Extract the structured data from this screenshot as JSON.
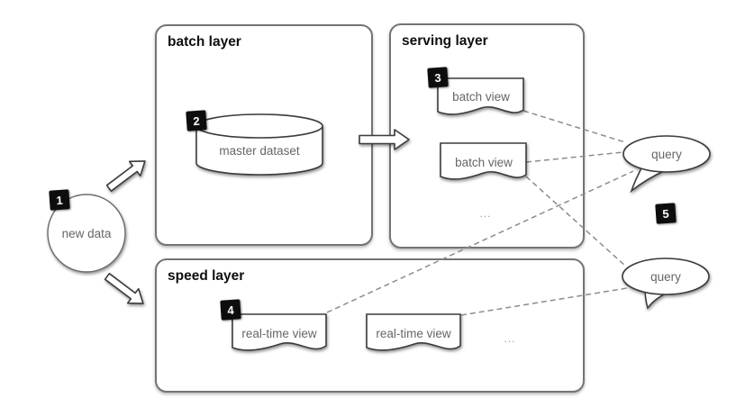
{
  "colors": {
    "background": "#ffffff",
    "layer_border": "#747474",
    "shape_border": "#3c3c3c",
    "label_text": "#666666",
    "title_text": "#0f0f0f",
    "dashed_edge": "#8c8c8c",
    "badge_background": "#0d0d0d",
    "badge_text": "#ffffff"
  },
  "layers": {
    "batch": {
      "title": "batch layer"
    },
    "serving": {
      "title": "serving layer"
    },
    "speed": {
      "title": "speed layer"
    }
  },
  "nodes": {
    "new_data": {
      "label": "new data"
    },
    "master_dataset": {
      "label": "master dataset"
    },
    "batch_view_1": {
      "label": "batch view"
    },
    "batch_view_2": {
      "label": "batch view"
    },
    "serving_ellipsis": {
      "label": "..."
    },
    "realtime_view_1": {
      "label": "real-time view"
    },
    "realtime_view_2": {
      "label": "real-time view"
    },
    "speed_ellipsis": {
      "label": "..."
    },
    "query_top": {
      "label": "query"
    },
    "query_bottom": {
      "label": "query"
    }
  },
  "badges": {
    "new_data": "1",
    "master_dataset": "2",
    "batch_view": "3",
    "realtime_view": "4",
    "query": "5"
  },
  "flows": [
    {
      "from": "new-data",
      "to": "batch-layer",
      "style": "block-arrow"
    },
    {
      "from": "new-data",
      "to": "speed-layer",
      "style": "block-arrow"
    },
    {
      "from": "batch-layer",
      "to": "serving-layer",
      "style": "block-arrow"
    }
  ],
  "edges": [
    {
      "from": "batch-view-1",
      "to": "query-top",
      "style": "dashed"
    },
    {
      "from": "batch-view-2",
      "to": "query-top",
      "style": "dashed"
    },
    {
      "from": "batch-view-2",
      "to": "query-bottom",
      "style": "dashed"
    },
    {
      "from": "realtime-view-1",
      "to": "query-top",
      "style": "dashed"
    },
    {
      "from": "realtime-view-2",
      "to": "query-bottom",
      "style": "dashed"
    }
  ]
}
